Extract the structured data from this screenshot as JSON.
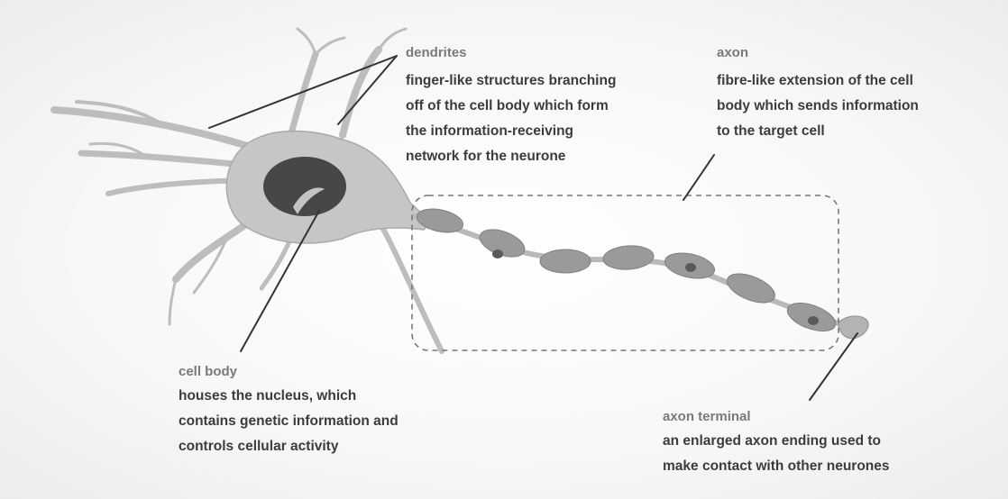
{
  "labels": {
    "dendrites": {
      "title": "dendrites",
      "desc": "finger-like structures branching\noff of the cell body which form\nthe information-receiving\nnetwork for the neurone"
    },
    "axon": {
      "title": "axon",
      "desc": "fibre-like extension of the cell\nbody which sends information\nto the target cell"
    },
    "cell_body": {
      "title": "cell body",
      "desc": "houses the nucleus, which\ncontains genetic information and\ncontrols cellular activity"
    },
    "axon_terminal": {
      "title": "axon terminal",
      "desc": "an enlarged axon ending used to\nmake contact with other neurones"
    }
  },
  "colors": {
    "cell": "#b9b9b9",
    "cell_light": "#cfcfcf",
    "nucleus": "#474747",
    "myelin": "#8f8f8f",
    "leader_line": "#333333",
    "dashed_box": "#777777"
  }
}
